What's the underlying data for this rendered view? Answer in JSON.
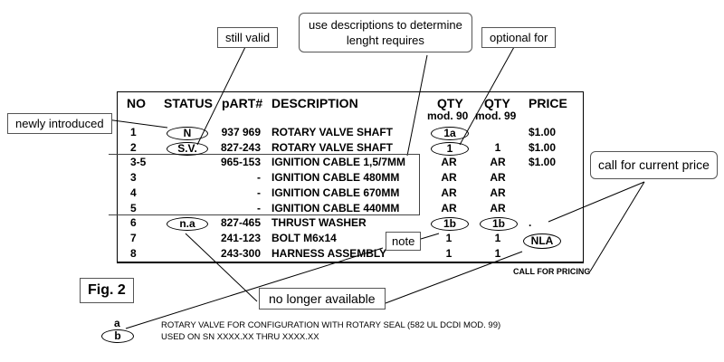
{
  "callouts": {
    "still_valid": "still valid",
    "use_descriptions_line1": "use descriptions to determine",
    "use_descriptions_line2": "lenght requires",
    "optional_for": "optional for",
    "newly_introduced": "newly introduced",
    "call_for_current_price": "call for current price",
    "note": "note",
    "no_longer_available": "no longer available",
    "call_for_pricing": "CALL FOR PRICING"
  },
  "figure_label": "Fig. 2",
  "table": {
    "headers": {
      "no": "NO",
      "status": "STATUS",
      "part": "pART#",
      "description": "DESCRIPTION",
      "qty90": "QTY",
      "qty90_sub": "mod. 90",
      "qty99": "QTY",
      "qty99_sub": "mod. 99",
      "price": "PRICE"
    },
    "rows": [
      {
        "no": "1",
        "status": "N",
        "part": "937 969",
        "description": "ROTARY VALVE SHAFT",
        "qty90": "1a",
        "qty99": "",
        "price": "$1.00"
      },
      {
        "no": "2",
        "status": "S.V.",
        "part": "827-243",
        "description": "ROTARY VALVE SHAFT",
        "qty90": "1",
        "qty99": "1",
        "price": "$1.00"
      },
      {
        "no": "3-5",
        "status": "",
        "part": "965-153",
        "description": "IGNITION CABLE 1,5/7MM",
        "qty90": "AR",
        "qty99": "AR",
        "price": "$1.00"
      },
      {
        "no": "3",
        "status": "",
        "part": "-",
        "description": "IGNITION CABLE 480MM",
        "qty90": "AR",
        "qty99": "AR",
        "price": ""
      },
      {
        "no": "4",
        "status": "",
        "part": "-",
        "description": "IGNITION CABLE 670MM",
        "qty90": "AR",
        "qty99": "AR",
        "price": ""
      },
      {
        "no": "5",
        "status": "",
        "part": "-",
        "description": "IGNITION CABLE 440MM",
        "qty90": "AR",
        "qty99": "AR",
        "price": ""
      },
      {
        "no": "6",
        "status": "n.a",
        "part": "827-465",
        "description": "THRUST WASHER",
        "qty90": "1b",
        "qty99": "1b",
        "price": "."
      },
      {
        "no": "7",
        "status": "",
        "part": "241-123",
        "description": "BOLT M6x14",
        "qty90": "1",
        "qty99": "1",
        "price": "NLA"
      },
      {
        "no": "8",
        "status": "",
        "part": "243-300",
        "description": "HARNESS ASSEMBLY",
        "qty90": "1",
        "qty99": "1",
        "price": ""
      }
    ]
  },
  "footnote": {
    "key_top": "a",
    "key_bottom": "b",
    "line1": "ROTARY VALVE FOR CONFIGURATION WITH ROTARY SEAL (582 UL DCDI MOD. 99)",
    "line2": "USED ON SN XXXX.XX THRU XXXX.XX"
  }
}
